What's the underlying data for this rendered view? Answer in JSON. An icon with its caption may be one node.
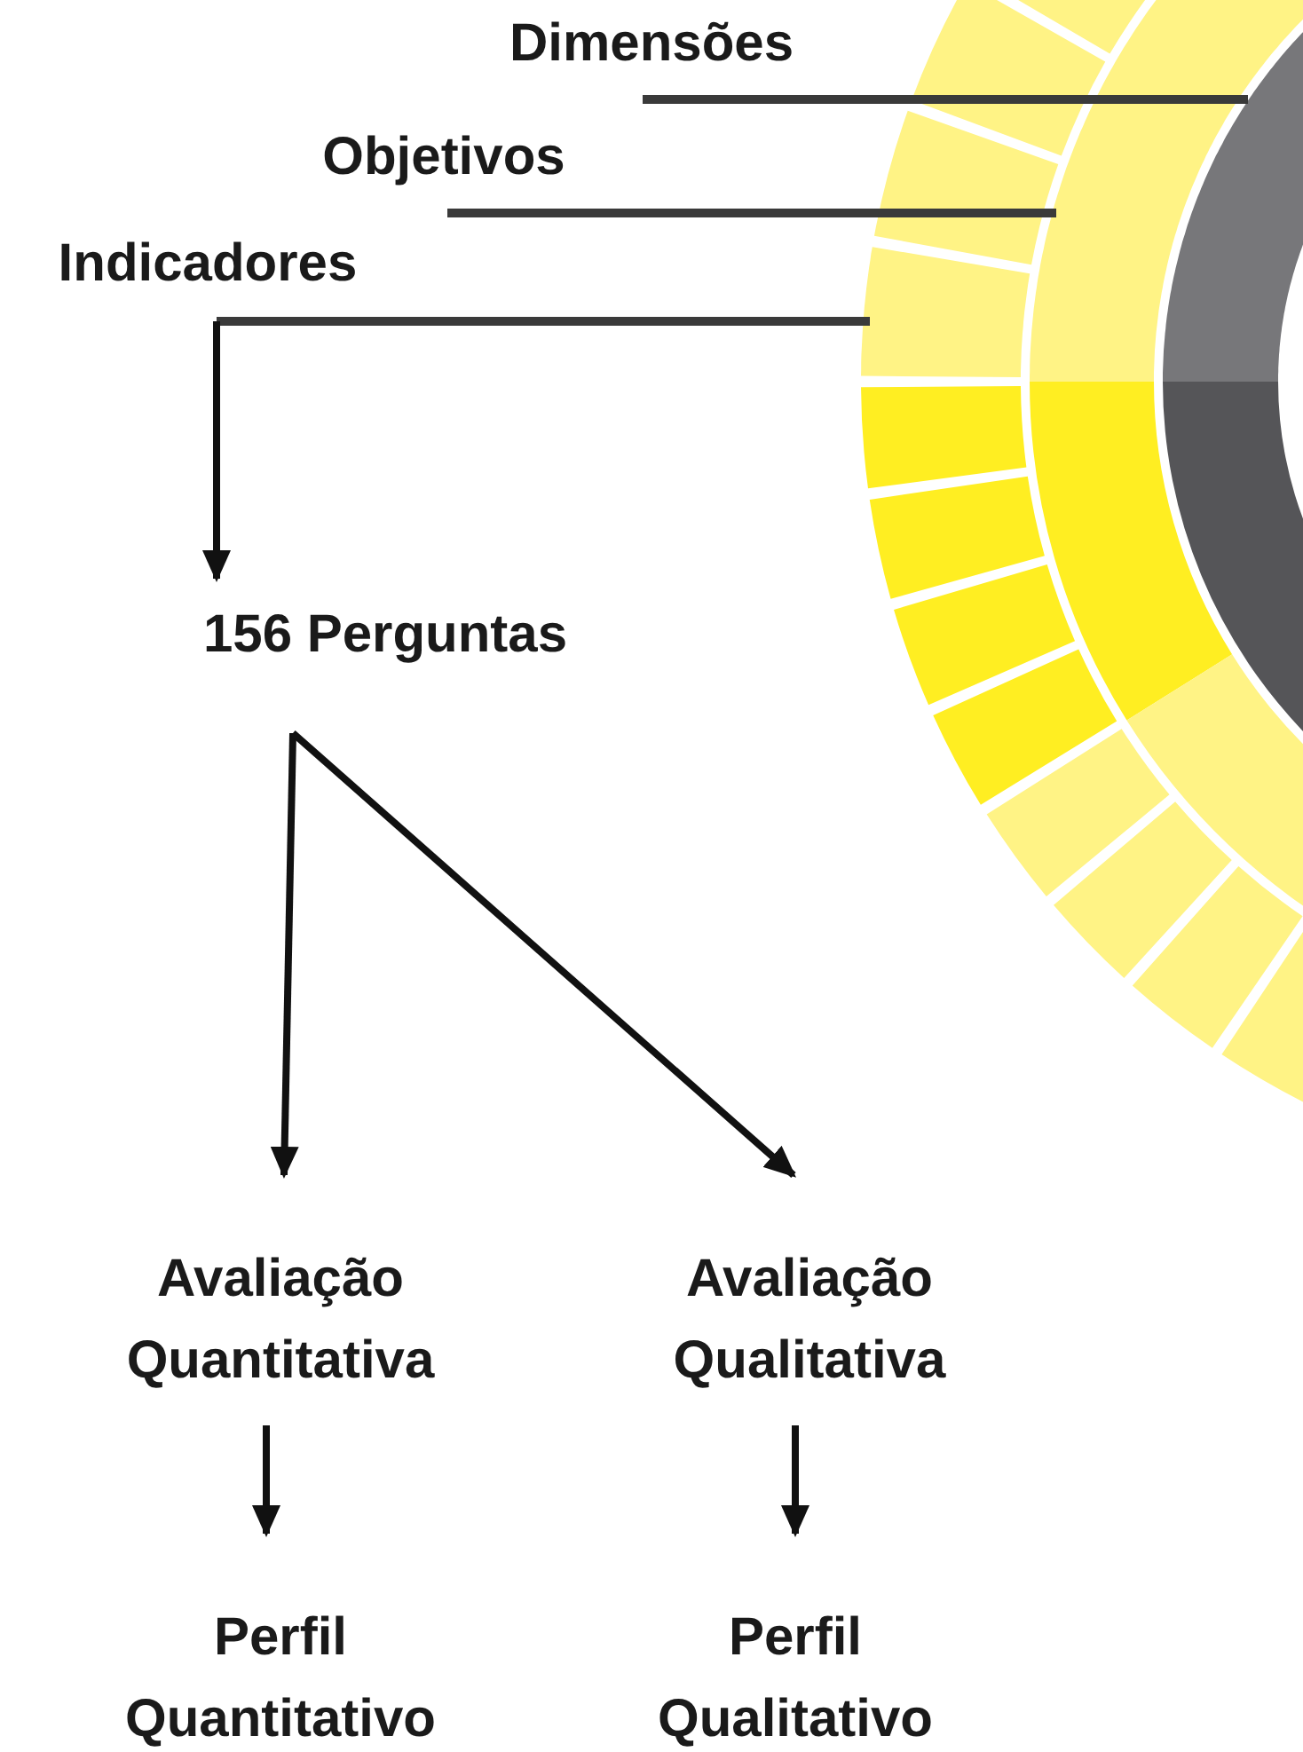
{
  "diagram": {
    "nodes": [
      {
        "text": [
          "Dimensões"
        ]
      },
      {
        "text": [
          "Objetivos"
        ]
      },
      {
        "text": [
          "Indicadores"
        ]
      },
      {
        "text": [],
        "shape": "segment"
      },
      {
        "text": [],
        "shape": "segment"
      },
      {
        "text": [],
        "shape": "segment"
      },
      {
        "text": [
          "156 Perguntas"
        ]
      },
      {
        "text": [
          "Avaliação Quantitativa"
        ]
      },
      {
        "text": [
          "Avaliação Qualitativa"
        ]
      },
      {
        "text": [
          "Perfil Quantitativo"
        ]
      },
      {
        "text": [
          "Perfil Qualitativo"
        ]
      }
    ],
    "edges": [
      {
        "from": 0,
        "to": 3,
        "arrow": "none"
      },
      {
        "from": 1,
        "to": 4,
        "arrow": "none"
      },
      {
        "from": 2,
        "to": 5,
        "arrow": "none"
      },
      {
        "from": 2,
        "to": 6,
        "arrow": "to"
      },
      {
        "from": 6,
        "to": 7,
        "arrow": "to"
      },
      {
        "from": 6,
        "to": 8,
        "arrow": "to"
      },
      {
        "from": 7,
        "to": 9,
        "arrow": "to"
      },
      {
        "from": 8,
        "to": 10,
        "arrow": "to"
      }
    ]
  }
}
